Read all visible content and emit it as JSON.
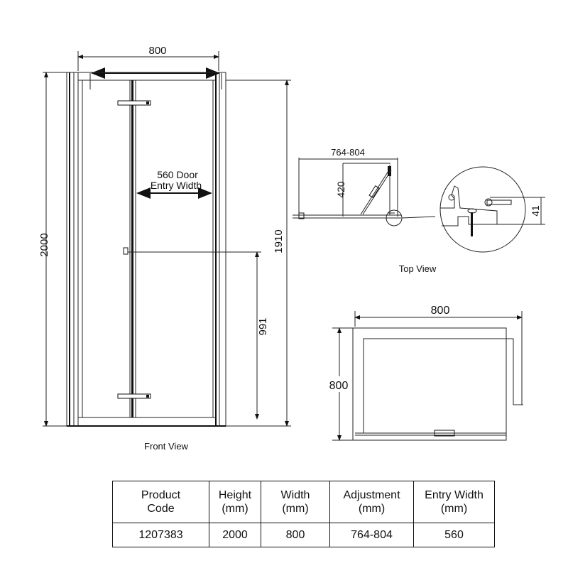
{
  "front_view": {
    "label": "Front View",
    "width_dim": "800",
    "height_dim": "2000",
    "inner_height_dim": "1910",
    "handle_height_dim": "991",
    "entry_line1": "560 Door",
    "entry_line2": "Entry Width"
  },
  "top_view": {
    "label": "Top View",
    "adjustment_dim": "764-804",
    "depth_dim": "420",
    "profile_dim": "41"
  },
  "tray_view": {
    "width_dim": "800",
    "depth_dim": "800"
  },
  "spec_table": {
    "headers": [
      {
        "line1": "Product",
        "line2": "Code"
      },
      {
        "line1": "Height",
        "line2": "(mm)"
      },
      {
        "line1": "Width",
        "line2": "(mm)"
      },
      {
        "line1": "Adjustment",
        "line2": "(mm)"
      },
      {
        "line1": "Entry Width",
        "line2": "(mm)"
      }
    ],
    "row": [
      "1207383",
      "2000",
      "800",
      "764-804",
      "560"
    ]
  }
}
